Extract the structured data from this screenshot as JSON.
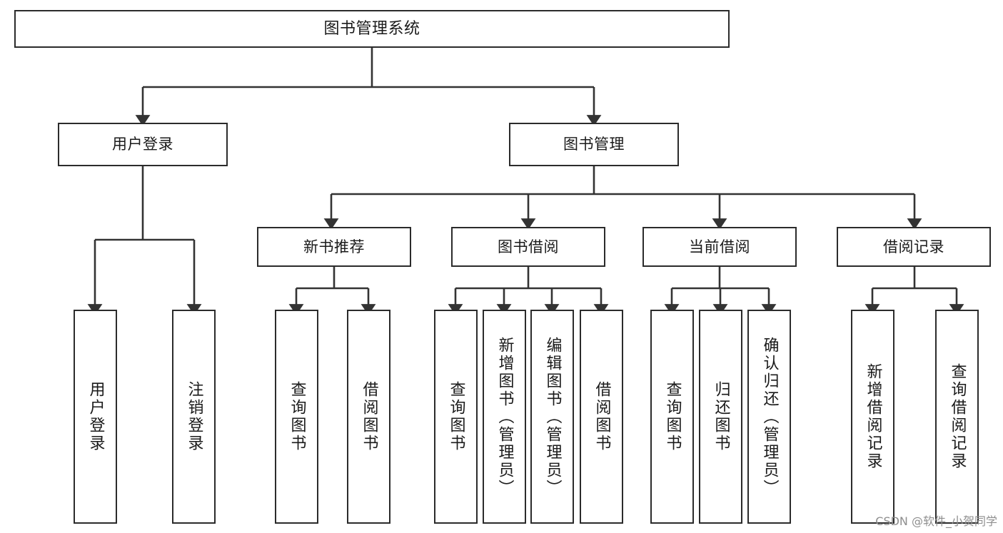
{
  "diagram": {
    "title": "图书管理系统",
    "type": "tree",
    "root": {
      "id": "root",
      "label": "图书管理系统"
    },
    "level1": [
      {
        "id": "login",
        "label": "用户登录"
      },
      {
        "id": "bookmgmt",
        "label": "图书管理"
      }
    ],
    "level2": [
      {
        "id": "newbook",
        "label": "新书推荐",
        "parent": "bookmgmt"
      },
      {
        "id": "borrow",
        "label": "图书借阅",
        "parent": "bookmgmt"
      },
      {
        "id": "current",
        "label": "当前借阅",
        "parent": "bookmgmt"
      },
      {
        "id": "records",
        "label": "借阅记录",
        "parent": "bookmgmt"
      }
    ],
    "leaves": [
      {
        "id": "leaf-login-1",
        "label": "用户登录",
        "parent": "login"
      },
      {
        "id": "leaf-login-2",
        "label": "注销登录",
        "parent": "login"
      },
      {
        "id": "leaf-newbook-1",
        "label": "查询图书",
        "parent": "newbook"
      },
      {
        "id": "leaf-newbook-2",
        "label": "借阅图书",
        "parent": "newbook"
      },
      {
        "id": "leaf-borrow-1",
        "label": "查询图书",
        "parent": "borrow"
      },
      {
        "id": "leaf-borrow-2",
        "label": "新增图书（管理员）",
        "parent": "borrow"
      },
      {
        "id": "leaf-borrow-3",
        "label": "编辑图书（管理员）",
        "parent": "borrow"
      },
      {
        "id": "leaf-borrow-4",
        "label": "借阅图书",
        "parent": "borrow"
      },
      {
        "id": "leaf-current-1",
        "label": "查询图书",
        "parent": "current"
      },
      {
        "id": "leaf-current-2",
        "label": "归还图书",
        "parent": "current"
      },
      {
        "id": "leaf-current-3",
        "label": "确认归还（管理员）",
        "parent": "current"
      },
      {
        "id": "leaf-records-1",
        "label": "新增借阅记录",
        "parent": "records"
      },
      {
        "id": "leaf-records-2",
        "label": "查询借阅记录",
        "parent": "records"
      }
    ]
  },
  "watermark": {
    "text": "CSDN @软件_小贺同学"
  },
  "colors": {
    "background": "#ffffff",
    "box_border": "#2b2b2b",
    "box_fill": "#ffffff",
    "connector": "#333333",
    "text": "#1a1a1a",
    "watermark": "#8e8e8e"
  }
}
